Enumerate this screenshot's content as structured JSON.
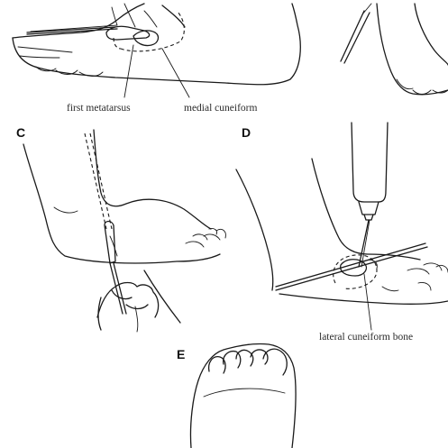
{
  "panels": {
    "c": "C",
    "d": "D",
    "e": "E"
  },
  "labels": {
    "first_metatarsus": "first metatarsus",
    "medial_cuneiform": "medial cuneiform",
    "lateral_cuneiform": "lateral cuneiform bone"
  },
  "colors": {
    "ink": "#1a1a1a",
    "background": "#ffffff"
  }
}
